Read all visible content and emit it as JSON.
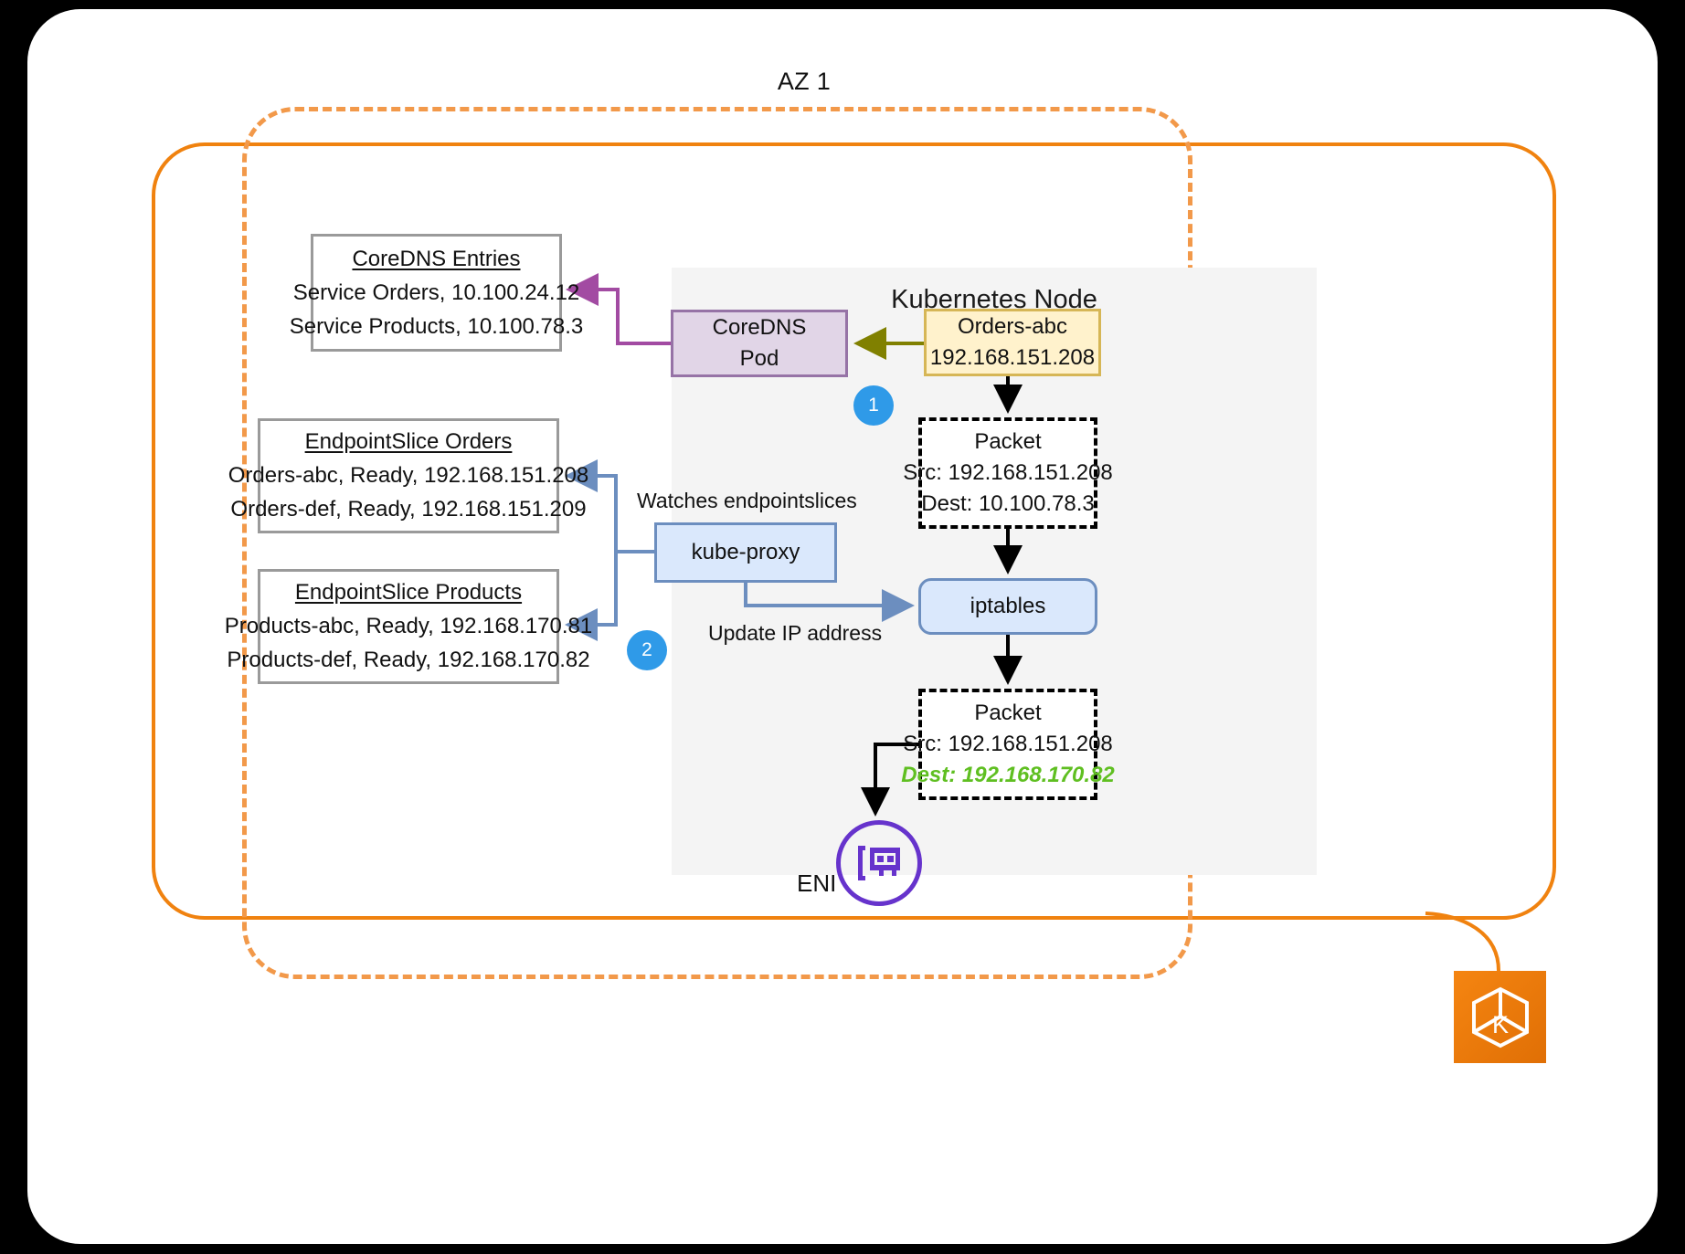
{
  "diagram": {
    "az_label": "AZ 1",
    "node_title": "Kubernetes Node",
    "eni_label": "ENI",
    "logo_name": "amazon-eks-logo"
  },
  "boxes": {
    "coredns_entries": {
      "title": "CoreDNS Entries",
      "lines": [
        "Service Orders, 10.100.24.12",
        "Service Products, 10.100.78.3"
      ]
    },
    "endpointslice_orders": {
      "title": "EndpointSlice Orders",
      "lines": [
        "Orders-abc, Ready, 192.168.151.208",
        "Orders-def, Ready, 192.168.151.209"
      ]
    },
    "endpointslice_products": {
      "title": "EndpointSlice Products",
      "lines": [
        "Products-abc, Ready, 192.168.170.81",
        "Products-def, Ready, 192.168.170.82"
      ]
    },
    "coredns_pod": {
      "line1": "CoreDNS",
      "line2": "Pod"
    },
    "orders_pod": {
      "line1": "Orders-abc",
      "line2": "192.168.151.208"
    },
    "kube_proxy": {
      "label": "kube-proxy"
    },
    "iptables": {
      "label": "iptables"
    },
    "packet_1": {
      "title": "Packet",
      "src": "Src: 192.168.151.208",
      "dest": "Dest: 10.100.78.3"
    },
    "packet_2": {
      "title": "Packet",
      "src": "Src: 192.168.151.208",
      "dest": "Dest: 192.168.170.82"
    }
  },
  "labels": {
    "watches_endpointslices": "Watches endpointslices",
    "update_ip_address": "Update IP address"
  },
  "badges": {
    "step1": "1",
    "step2": "2"
  },
  "colors": {
    "az_dashed": "#f2994a",
    "vpc_solid": "#f0820f",
    "coredns_fill": "#e1d5e7",
    "coredns_stroke": "#9673a6",
    "pod_fill": "#fff2cc",
    "pod_stroke": "#d6b656",
    "blue_fill": "#dae8fc",
    "blue_stroke": "#6c8ebf",
    "badge": "#2f9ae8",
    "highlight_text": "#5fbf21",
    "eni": "#6633cc",
    "eks": "#e87b12",
    "dns_arrow": "#a24ba2",
    "pod_arrow": "#808000",
    "node_bg": "#f4f4f4"
  }
}
